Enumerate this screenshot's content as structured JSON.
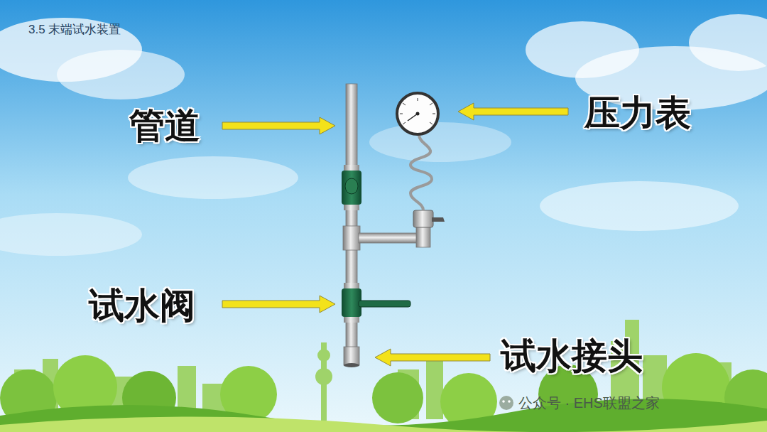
{
  "diagram": {
    "title": "3.5 末端试水装置",
    "labels": [
      "管道",
      "压力表",
      "试水阀",
      "试水接头",
      "公众号 · EHS联盟之家"
    ]
  }
}
